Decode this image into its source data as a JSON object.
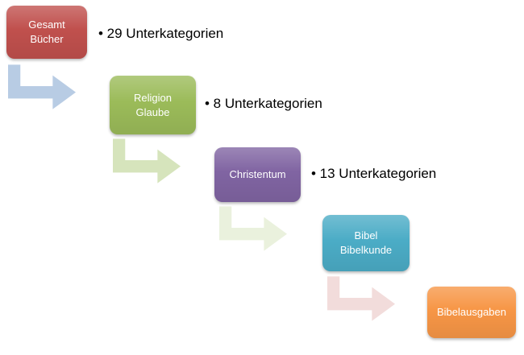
{
  "diagram": {
    "nodes": [
      {
        "label": "Gesamt\nBücher",
        "color": "#C0504D",
        "bullet": "• 29 Unterkategorien"
      },
      {
        "label": "Religion\nGlaube",
        "color": "#9BBB59",
        "bullet": "• 8 Unterkategorien"
      },
      {
        "label": "Christentum",
        "color": "#8064A2",
        "bullet": "• 13 Unterkategorien"
      },
      {
        "label": "Bibel\nBibelkunde",
        "color": "#4BACC6"
      },
      {
        "label": "Bibelausgaben",
        "color": "#F79646"
      }
    ],
    "arrows": [
      {
        "name": "arrow-1",
        "color": "#B8CCE4"
      },
      {
        "name": "arrow-2",
        "color": "#D6E4BC"
      },
      {
        "name": "arrow-3",
        "color": "#EAF1DD"
      },
      {
        "name": "arrow-4",
        "color": "#F2DCDB"
      }
    ]
  }
}
